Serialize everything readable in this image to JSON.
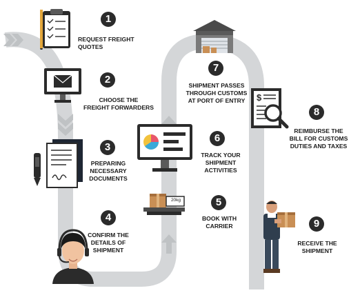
{
  "colors": {
    "road": "#d4d6d8",
    "road_arrow": "#bfc2c4",
    "badge": "#2b2b2b",
    "badge_text": "#ffffff",
    "label": "#1a1a1a",
    "accent_pie_blue": "#3aa9d9",
    "accent_pie_pink": "#e8566b",
    "accent_pie_yellow": "#f2c23c"
  },
  "steps": [
    {
      "number": "1",
      "label": "REQUEST FREIGHT\nQUOTES",
      "icon": "clipboard-checklist-icon"
    },
    {
      "number": "2",
      "label": "CHOOSE THE\nFREIGHT FORWARDERS",
      "icon": "monitor-envelope-icon"
    },
    {
      "number": "3",
      "label": "PREPARING\nNECESSARY\nDOCUMENTS",
      "icon": "documents-pen-icon"
    },
    {
      "number": "4",
      "label": "CONFIRM THE\nDETAILS OF\nSHIPMENT",
      "icon": "support-agent-icon"
    },
    {
      "number": "5",
      "label": "BOOK WITH\nCARRIER",
      "icon": "weighing-scale-icon"
    },
    {
      "number": "6",
      "label": "TRACK YOUR\nSHIPMENT\nACTIVITIES",
      "icon": "monitor-chart-icon"
    },
    {
      "number": "7",
      "label": "SHIPMENT PASSES\nTHROUGH CUSTOMS\nAT PORT OF ENTRY",
      "icon": "warehouse-icon"
    },
    {
      "number": "8",
      "label": "REIMBURSE THE\nBILL FOR CUSTOMS\nDUTIES AND TAXES",
      "icon": "invoice-magnifier-icon"
    },
    {
      "number": "9",
      "label": "RECEIVE THE\nSHIPMENT",
      "icon": "delivery-person-icon"
    }
  ],
  "scale_weight": "20kg"
}
